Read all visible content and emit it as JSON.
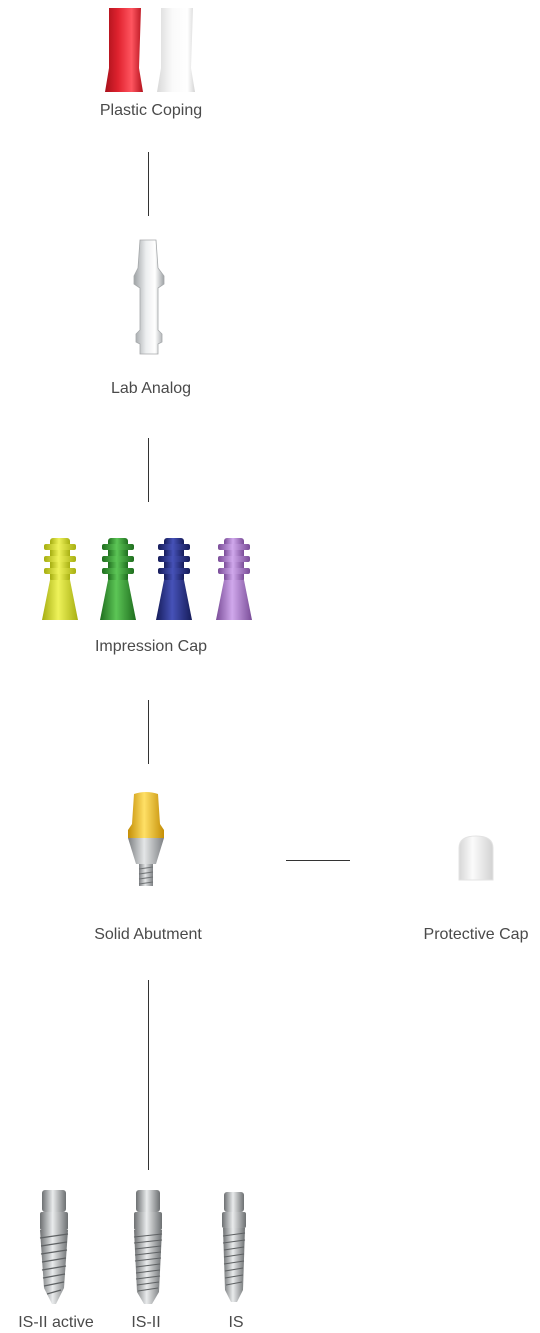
{
  "nodes": {
    "plastic_coping": {
      "label": "Plastic Coping"
    },
    "lab_analog": {
      "label": "Lab Analog"
    },
    "impression_cap": {
      "label": "Impression Cap"
    },
    "solid_abutment": {
      "label": "Solid Abutment"
    },
    "protective_cap": {
      "label": "Protective Cap"
    },
    "implants": {
      "items": [
        {
          "label": "IS-II active"
        },
        {
          "label": "IS-II"
        },
        {
          "label": "IS"
        }
      ]
    }
  },
  "colors": {
    "coping_red": "#e0232f",
    "coping_white": "#f2f2f2",
    "cap_yellow": "#d4dc1e",
    "cap_green": "#3aa236",
    "cap_blue": "#2b3590",
    "cap_purple": "#a577c4",
    "abutment_gold": "#f2c320",
    "metal": "#b9bcbe",
    "connector": "#333333"
  }
}
